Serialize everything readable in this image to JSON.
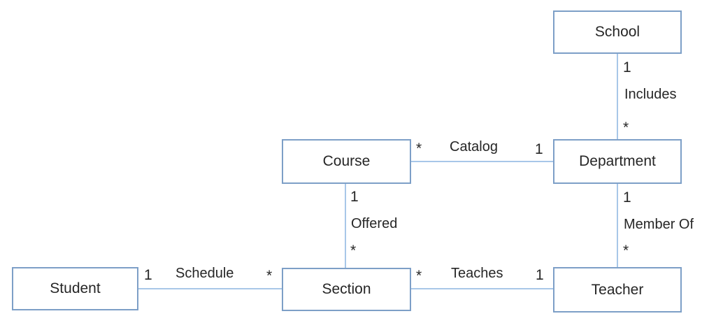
{
  "diagram": {
    "kind": "entity-relationship-diagram",
    "colors": {
      "box_border": "#7d9fc7",
      "connector_line": "#a8c7e8",
      "text": "#262626",
      "background": "#ffffff"
    },
    "entities": [
      {
        "id": "school",
        "label": "School"
      },
      {
        "id": "course",
        "label": "Course"
      },
      {
        "id": "department",
        "label": "Department"
      },
      {
        "id": "student",
        "label": "Student"
      },
      {
        "id": "section",
        "label": "Section"
      },
      {
        "id": "teacher",
        "label": "Teacher"
      }
    ],
    "relationships": [
      {
        "name": "Includes",
        "from": "School",
        "from_card": "1",
        "to": "Department",
        "to_card": "*"
      },
      {
        "name": "Catalog",
        "from": "Department",
        "from_card": "1",
        "to": "Course",
        "to_card": "*"
      },
      {
        "name": "Offered",
        "from": "Course",
        "from_card": "1",
        "to": "Section",
        "to_card": "*"
      },
      {
        "name": "Member Of",
        "from": "Department",
        "from_card": "1",
        "to": "Teacher",
        "to_card": "*"
      },
      {
        "name": "Schedule",
        "from": "Student",
        "from_card": "1",
        "to": "Section",
        "to_card": "*"
      },
      {
        "name": "Teaches",
        "from": "Teacher",
        "from_card": "1",
        "to": "Section",
        "to_card": "*"
      }
    ]
  }
}
